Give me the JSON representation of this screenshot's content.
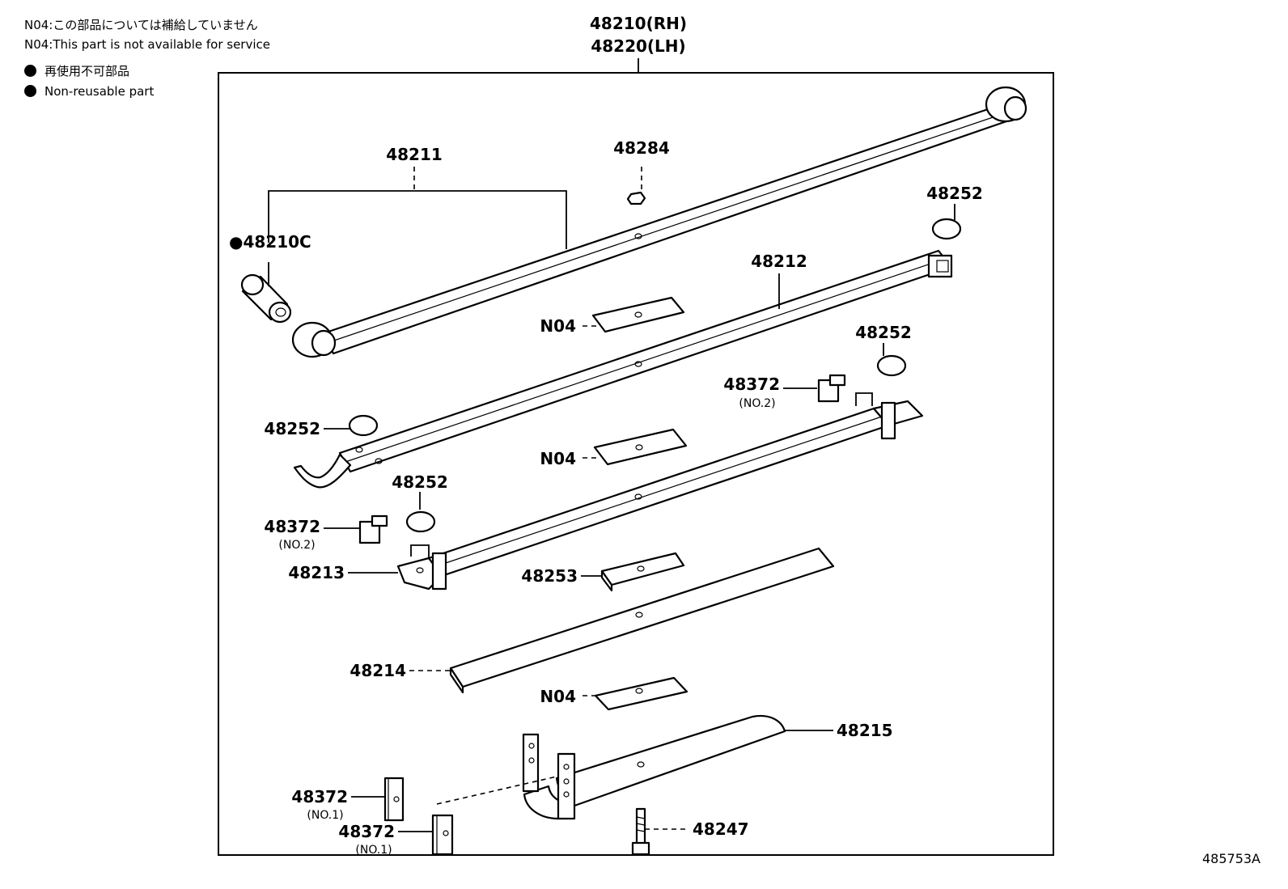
{
  "legend": {
    "note_jp": "N04:この部品については補給していません",
    "note_en": "N04:This part is not available for service",
    "nonreusable_jp": "再使用不可部品",
    "nonreusable_en": "Non-reusable part"
  },
  "diagram_code": "485753A",
  "labels": {
    "assy_rh": "48210(RH)",
    "assy_lh": "48220(LH)",
    "leaf_1": "48211",
    "bushing": "●48210C",
    "nut": "48284",
    "cap_top": "48252",
    "leaf_2": "48212",
    "n04_a": "N04",
    "cap_mid_right": "48252",
    "clip_right": "48372",
    "clip_right_sub": "(NO.2)",
    "cap_left": "48252",
    "n04_b": "N04",
    "cap_low": "48252",
    "clip_left": "48372",
    "clip_left_sub": "(NO.2)",
    "leaf_3": "48213",
    "spacer": "48253",
    "leaf_4": "48214",
    "n04_c": "N04",
    "leaf_5": "48215",
    "clip_no1_a": "48372",
    "clip_no1_a_sub": "(NO.1)",
    "clip_no1_b": "48372",
    "clip_no1_b_sub": "(NO.1)",
    "bolt": "48247"
  }
}
